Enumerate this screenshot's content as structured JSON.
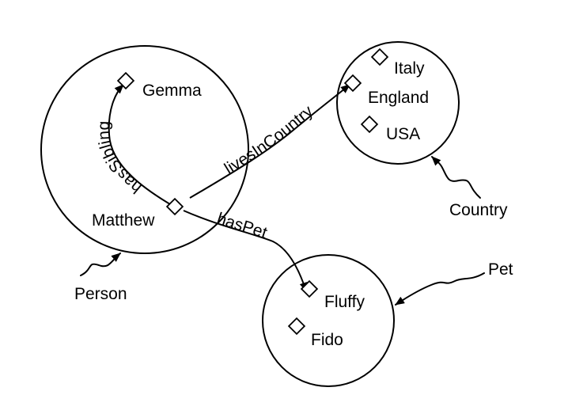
{
  "classes": {
    "person": "Person",
    "country": "Country",
    "pet": "Pet"
  },
  "individuals": {
    "gemma": "Gemma",
    "matthew": "Matthew",
    "italy": "Italy",
    "england": "England",
    "usa": "USA",
    "fluffy": "Fluffy",
    "fido": "Fido"
  },
  "properties": {
    "has_sibling": "hasSibling",
    "lives_in_country": "livesInCountry",
    "has_pet": "hasPet"
  }
}
